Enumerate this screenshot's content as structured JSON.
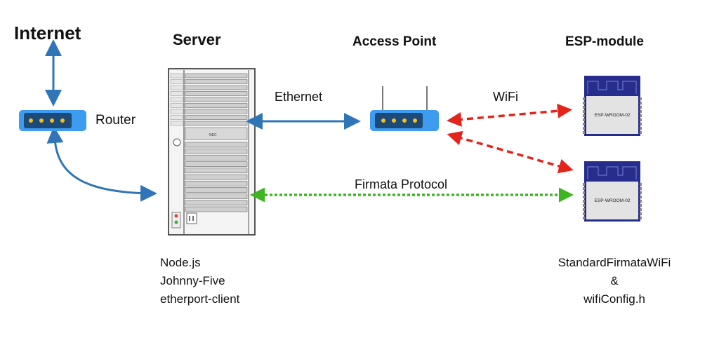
{
  "nodes": {
    "internet": {
      "label": "Internet"
    },
    "router": {
      "label": "Router"
    },
    "server": {
      "title": "Server",
      "software": [
        "Node.js",
        "Johnny-Five",
        "etherport-client"
      ]
    },
    "access_point": {
      "title": "Access Point"
    },
    "esp_module": {
      "title": "ESP-module",
      "chip_label": "ESP-WROOM-02",
      "firmware": [
        "StandardFirmataWiFi",
        "&",
        "wifiConfig.h"
      ]
    }
  },
  "links": {
    "ethernet": {
      "label": "Ethernet",
      "color": "#2f75b8"
    },
    "wifi": {
      "label": "WiFi",
      "color": "#e3241b"
    },
    "firmata": {
      "label": "Firmata Protocol",
      "color": "#3cb521"
    },
    "internet_link": {
      "color": "#2f75b8"
    }
  },
  "colors": {
    "device_body": "#3d9cf0",
    "device_panel": "#1e4a7a",
    "led": "#f2c11e",
    "esp_shield": "#262d8c",
    "esp_body": "#e3e3e3"
  }
}
